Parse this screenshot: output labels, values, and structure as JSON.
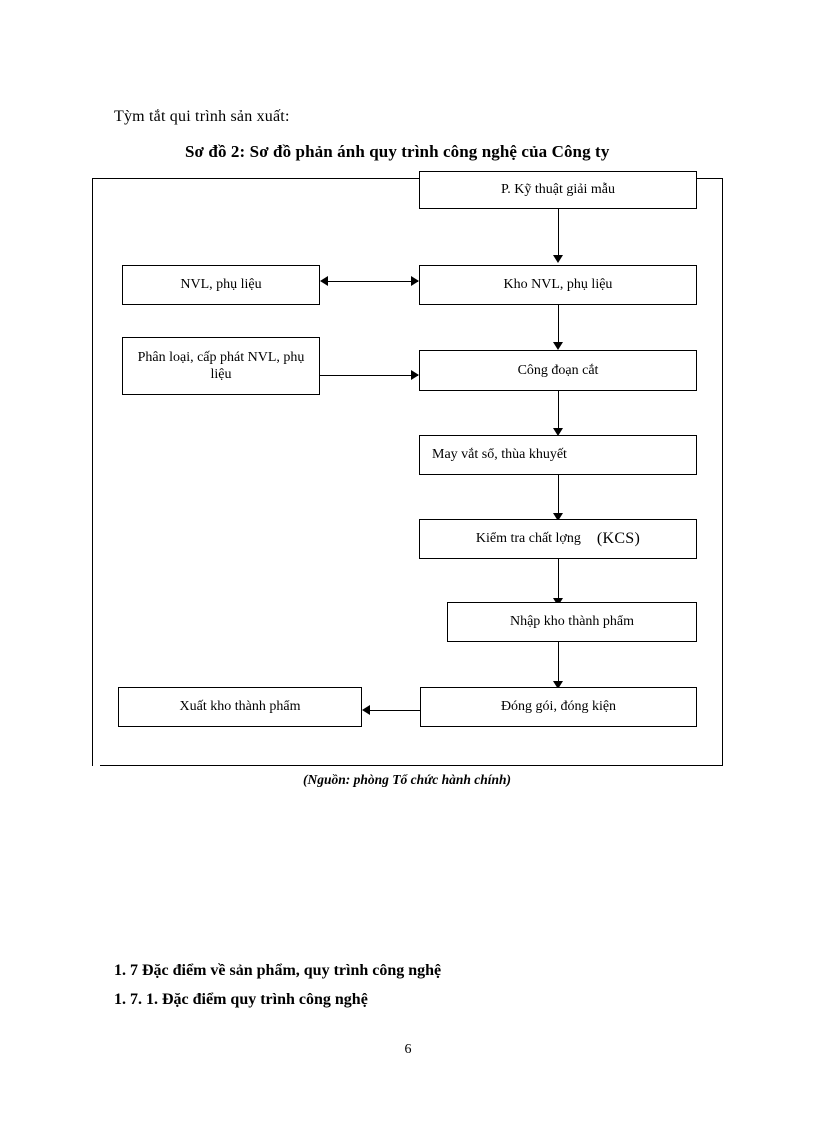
{
  "document": {
    "intro_line": "Tỳm tắt qui trình sản xuất:",
    "diagram_title": "Sơ đồ 2: Sơ đồ phản ánh quy trình công nghệ của Công ty",
    "source_caption": "(Nguồn: phòng Tổ chức hành chính)",
    "page_number": "6",
    "sections": [
      {
        "label": "1. 7  Đặc điểm về sản phẩm, quy trình công nghệ"
      },
      {
        "label": "1. 7. 1. Đặc điểm quy trình công nghệ"
      }
    ]
  },
  "diagram": {
    "type": "flowchart",
    "nodes": [
      {
        "id": "ky-thuat-giai-mau",
        "label": "P. Kỹ thuật giải mẫu",
        "column": "right",
        "align": "center"
      },
      {
        "id": "nvl-phu-lieu",
        "label": "NVL, phụ liệu",
        "column": "left",
        "align": "center"
      },
      {
        "id": "kho-nvl-phu-lieu",
        "label": "Kho NVL, phụ liệu",
        "column": "right",
        "align": "center"
      },
      {
        "id": "phan-loai-cap-phat",
        "label": "Phân loại, cấp phát NVL, phụ liệu",
        "column": "left",
        "align": "center"
      },
      {
        "id": "cong-doan-cat",
        "label": "Công đoạn cắt",
        "column": "right",
        "align": "center"
      },
      {
        "id": "may-vat-so",
        "label": "May vắt sổ, thùa khuyết",
        "column": "right",
        "align": "left"
      },
      {
        "id": "kiem-tra-chat-luong",
        "label": "Kiểm tra chất lợng",
        "suffix": "(KCS)",
        "column": "right",
        "align": "center"
      },
      {
        "id": "nhap-kho-thanh-pham",
        "label": "Nhập kho thành phẩm",
        "column": "right",
        "align": "center"
      },
      {
        "id": "dong-goi-dong-kien",
        "label": "Đóng gói, đóng kiện",
        "column": "right",
        "align": "center"
      },
      {
        "id": "xuat-kho-thanh-pham",
        "label": "Xuất kho thành phẩm",
        "column": "left",
        "align": "center"
      }
    ],
    "edges": [
      {
        "from": "ky-thuat-giai-mau",
        "to": "kho-nvl-phu-lieu",
        "direction": "down"
      },
      {
        "from": "nvl-phu-lieu",
        "to": "kho-nvl-phu-lieu",
        "direction": "bidirectional"
      },
      {
        "from": "kho-nvl-phu-lieu",
        "to": "cong-doan-cat",
        "direction": "down"
      },
      {
        "from": "phan-loai-cap-phat",
        "to": "cong-doan-cat",
        "direction": "right"
      },
      {
        "from": "cong-doan-cat",
        "to": "may-vat-so",
        "direction": "down"
      },
      {
        "from": "may-vat-so",
        "to": "kiem-tra-chat-luong",
        "direction": "down"
      },
      {
        "from": "kiem-tra-chat-luong",
        "to": "nhap-kho-thanh-pham",
        "direction": "down"
      },
      {
        "from": "nhap-kho-thanh-pham",
        "to": "dong-goi-dong-kien",
        "direction": "down"
      },
      {
        "from": "dong-goi-dong-kien",
        "to": "xuat-kho-thanh-pham",
        "direction": "left"
      }
    ]
  },
  "colors": {
    "ink": "#000000",
    "paper": "#ffffff"
  }
}
